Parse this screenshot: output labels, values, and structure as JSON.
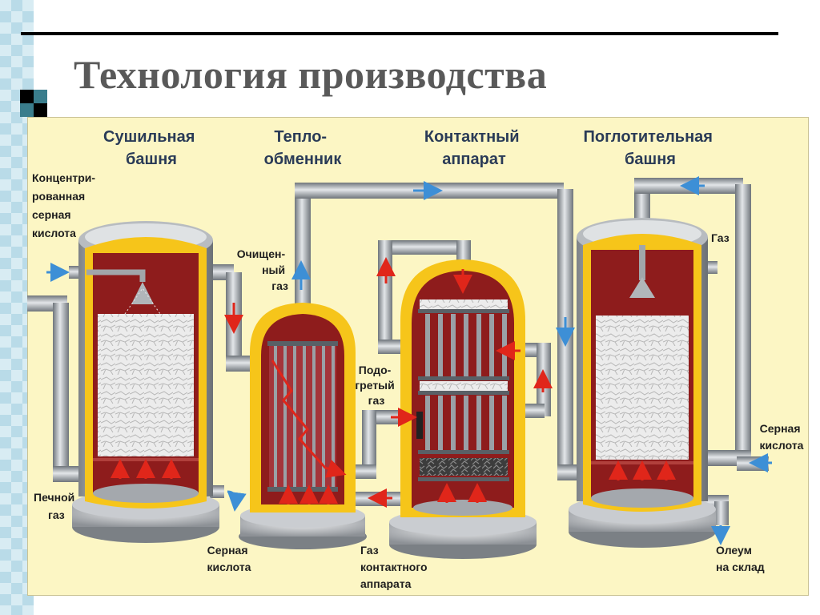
{
  "slide": {
    "title": "Технология производства"
  },
  "headers": {
    "drying": [
      "Сушильная",
      "башня"
    ],
    "exchanger": [
      "Тепло-",
      "обменник"
    ],
    "contact": [
      "Контактный",
      "аппарат"
    ],
    "absorb": [
      "Поглотительная",
      "башня"
    ]
  },
  "labels": {
    "conc_acid": [
      "Концентри-",
      "рованная",
      "серная",
      "кислота"
    ],
    "furnace_gas": [
      "Печной",
      "газ"
    ],
    "acid_out": [
      "Серная",
      "кислота"
    ],
    "clean_gas": [
      "Очищен-",
      "ный",
      "газ"
    ],
    "heated_gas": [
      "Подо-",
      "гретый",
      "газ"
    ],
    "contact_gas": [
      "Газ",
      "контактного",
      "аппарата"
    ],
    "gas_out": [
      "Газ"
    ],
    "acid_in": [
      "Серная",
      "кислота"
    ],
    "oleum": [
      "Олеум",
      "на склад"
    ]
  },
  "colors": {
    "panel": "#fcf6c4",
    "shell": "#f6c51a",
    "interior": "#8e1c1c",
    "pipe": "#9ea3a8",
    "arrow_blue": "#3d8fd6",
    "arrow_red": "#e0261a",
    "packing": "#e4e4e4"
  }
}
